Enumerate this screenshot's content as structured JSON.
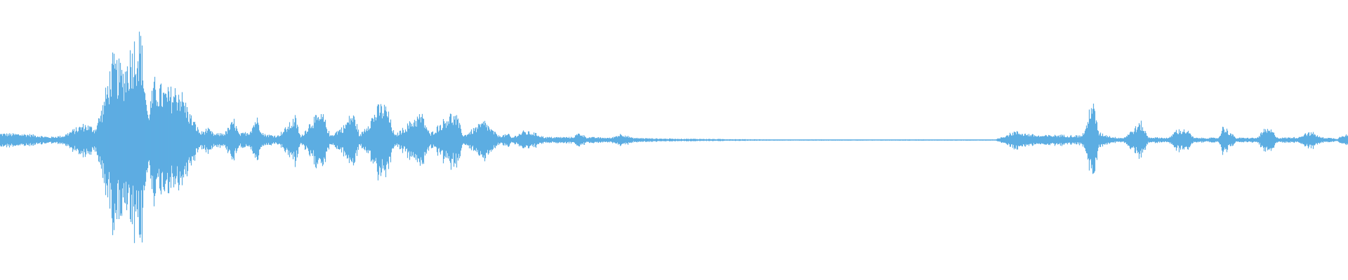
{
  "waveform": {
    "color": "#5dade2",
    "envelope": [
      [
        0,
        0.045
      ],
      [
        40,
        0.04
      ],
      [
        70,
        0.02
      ],
      [
        90,
        0.03
      ],
      [
        100,
        0.06
      ],
      [
        120,
        0.11
      ],
      [
        135,
        0.08
      ],
      [
        145,
        0.22
      ],
      [
        160,
        0.55
      ],
      [
        175,
        0.48
      ],
      [
        190,
        0.67
      ],
      [
        200,
        0.72
      ],
      [
        210,
        0.18
      ],
      [
        220,
        0.4
      ],
      [
        235,
        0.33
      ],
      [
        255,
        0.36
      ],
      [
        270,
        0.18
      ],
      [
        285,
        0.05
      ],
      [
        295,
        0.08
      ],
      [
        305,
        0.04
      ],
      [
        320,
        0.05
      ],
      [
        333,
        0.14
      ],
      [
        340,
        0.04
      ],
      [
        355,
        0.06
      ],
      [
        365,
        0.16
      ],
      [
        375,
        0.04
      ],
      [
        395,
        0.03
      ],
      [
        410,
        0.1
      ],
      [
        420,
        0.16
      ],
      [
        428,
        0.02
      ],
      [
        445,
        0.15
      ],
      [
        460,
        0.17
      ],
      [
        470,
        0.03
      ],
      [
        490,
        0.1
      ],
      [
        500,
        0.18
      ],
      [
        505,
        0.16
      ],
      [
        512,
        0.03
      ],
      [
        540,
        0.24
      ],
      [
        550,
        0.23
      ],
      [
        562,
        0.03
      ],
      [
        590,
        0.15
      ],
      [
        600,
        0.18
      ],
      [
        612,
        0.04
      ],
      [
        640,
        0.18
      ],
      [
        650,
        0.16
      ],
      [
        660,
        0.03
      ],
      [
        690,
        0.13
      ],
      [
        700,
        0.07
      ],
      [
        710,
        0.03
      ],
      [
        725,
        0.04
      ],
      [
        728,
        0.015
      ],
      [
        745,
        0.06
      ],
      [
        760,
        0.05
      ],
      [
        775,
        0.02
      ],
      [
        815,
        0.02
      ],
      [
        825,
        0.05
      ],
      [
        835,
        0.02
      ],
      [
        870,
        0.015
      ],
      [
        885,
        0.045
      ],
      [
        900,
        0.015
      ],
      [
        940,
        0.01
      ],
      [
        1070,
        0.005
      ],
      [
        1120,
        0.003
      ],
      [
        1160,
        0.004
      ],
      [
        1230,
        0.003
      ],
      [
        1300,
        0.004
      ],
      [
        1380,
        0.003
      ],
      [
        1418,
        0.004
      ],
      [
        1445,
        0.06
      ],
      [
        1460,
        0.045
      ],
      [
        1480,
        0.03
      ],
      [
        1510,
        0.035
      ],
      [
        1540,
        0.03
      ],
      [
        1548,
        0.1
      ],
      [
        1552,
        0.25
      ],
      [
        1556,
        0.26
      ],
      [
        1565,
        0.05
      ],
      [
        1585,
        0.02
      ],
      [
        1600,
        0.015
      ],
      [
        1615,
        0.08
      ],
      [
        1625,
        0.12
      ],
      [
        1635,
        0.02
      ],
      [
        1665,
        0.015
      ],
      [
        1675,
        0.07
      ],
      [
        1690,
        0.07
      ],
      [
        1700,
        0.015
      ],
      [
        1735,
        0.015
      ],
      [
        1742,
        0.1
      ],
      [
        1750,
        0.06
      ],
      [
        1760,
        0.015
      ],
      [
        1790,
        0.015
      ],
      [
        1800,
        0.07
      ],
      [
        1810,
        0.07
      ],
      [
        1820,
        0.015
      ],
      [
        1850,
        0.02
      ],
      [
        1858,
        0.05
      ],
      [
        1870,
        0.05
      ],
      [
        1880,
        0.02
      ],
      [
        1905,
        0.01
      ],
      [
        1912,
        0.04
      ],
      [
        1920,
        0.035
      ]
    ]
  }
}
